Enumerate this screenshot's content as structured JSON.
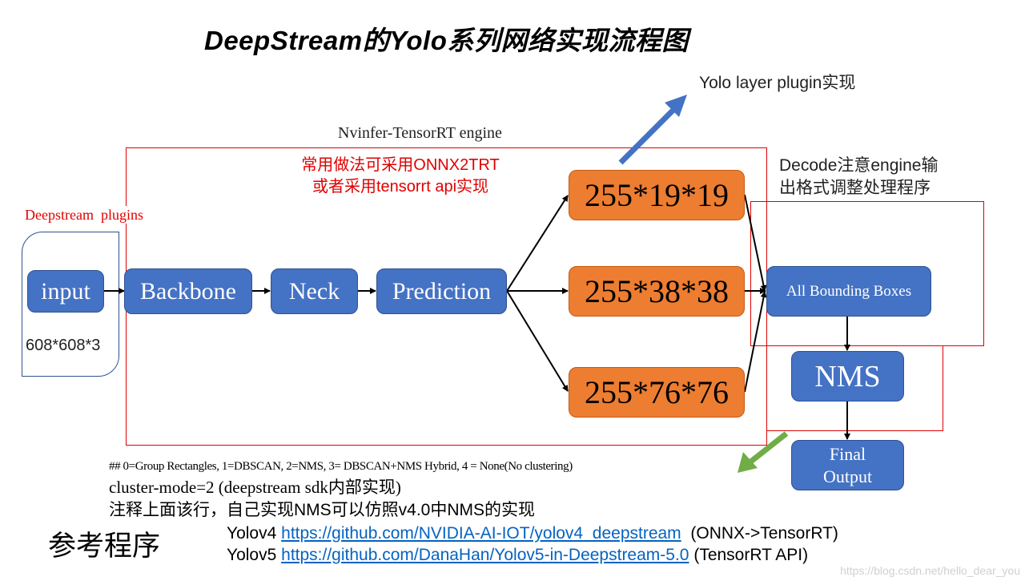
{
  "title": "DeepStream的Yolo系列网络实现流程图",
  "annotations": {
    "yolo_layer": "Yolo layer plugin实现",
    "engine_label": "Nvinfer-TensorRT engine",
    "engine_note_line1": "常用做法可采用ONNX2TRT",
    "engine_note_line2": "或者采用tensorrt api实现",
    "decode_note_line1": "Decode注意engine输",
    "decode_note_line2": "出格式调整处理程序",
    "deepstream_plugins": "Deepstream  plugins",
    "input_size": "608*608*3"
  },
  "nodes": {
    "input": "input",
    "backbone": "Backbone",
    "neck": "Neck",
    "prediction": "Prediction",
    "out_19": "255*19*19",
    "out_38": "255*38*38",
    "out_76": "255*76*76",
    "all_boxes": "All Bounding Boxes",
    "nms": "NMS",
    "final_line1": "Final",
    "final_line2": "Output"
  },
  "notes": {
    "cluster_comment": "## 0=Group Rectangles, 1=DBSCAN, 2=NMS, 3= DBSCAN+NMS Hybrid, 4 = None(No clustering)",
    "cluster_mode": "cluster-mode=2 (deepstream sdk内部实现)",
    "custom_nms": "注释上面该行，自己实现NMS可以仿照v4.0中NMS的实现"
  },
  "references": {
    "heading": "参考程序",
    "items": [
      {
        "name": "Yolov4",
        "url": "https://github.com/NVIDIA-AI-IOT/yolov4_deepstream",
        "note": " (ONNX->TensorRT)"
      },
      {
        "name": "Yolov5",
        "url": "https://github.com/DanaHan/Yolov5-in-Deepstream-5.0",
        "note": "(TensorRT API)"
      }
    ]
  },
  "watermark": "https://blog.csdn.net/hello_dear_you",
  "colors": {
    "node_blue": "#4472c4",
    "node_orange": "#ed7d31",
    "region_red": "#e00000",
    "arrow_blue": "#4472c4",
    "arrow_green": "#70ad47",
    "link": "#0563c1"
  }
}
